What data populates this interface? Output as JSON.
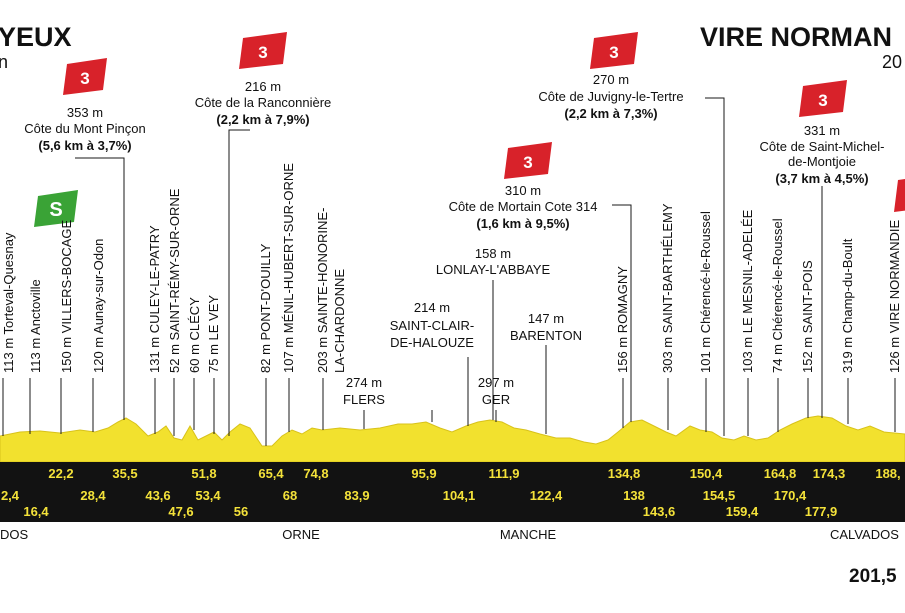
{
  "header": {
    "start_city": "YEUX",
    "start_sub": "n",
    "finish_city": "VIRE NORMAN",
    "finish_sub": "20",
    "total_km": "201,5"
  },
  "colors": {
    "profile_fill": "#f2e12e",
    "band": "#121212",
    "band_text": "#f4e23a",
    "climb_badge": "#d8222a",
    "sprint_badge": "#3aa336"
  },
  "chart_data": {
    "type": "area",
    "title": "",
    "xlabel": "",
    "ylabel": "",
    "grid": false,
    "climbs": [
      {
        "category": "3",
        "alt": "353 m",
        "name": "Côte du Mont Pinçon",
        "detail": "(5,6 km à 3,7%)"
      },
      {
        "category": "3",
        "alt": "216 m",
        "name": "Côte de la Ranconnière",
        "detail": "(2,2 km à 7,9%)"
      },
      {
        "category": "3",
        "alt": "310 m",
        "name": "Côte de Mortain Cote 314",
        "detail": "(1,6 km à 9,5%)"
      },
      {
        "category": "3",
        "alt": "270 m",
        "name": "Côte de Juvigny-le-Tertre",
        "detail": "(2,2 km à 7,3%)"
      },
      {
        "category": "3",
        "alt": "331 m",
        "name1": "Côte de Saint-Michel-",
        "name2": "de-Montjoie",
        "detail": "(3,7 km à 4,5%)"
      }
    ],
    "sprint": {
      "icon": "S"
    },
    "vertical_labels": [
      "113 m Torteval-Quesnay",
      "113 m Anctoville",
      "150 m VILLERS-BOCAGE",
      "120 m Aunay-sur-Odon",
      "131 m CULEY-LE-PATRY",
      "52 m SAINT-RÉMY-SUR-ORNE",
      "60 m CLÉCY",
      "75 m LE VEY",
      "82 m PONT-D'OUILLY",
      "107 m MÉNIL-HUBERT-SUR-ORNE",
      "203 m SAINTE-HONORINE-",
      "LA-CHARDONNE",
      "156 m ROMAGNY",
      "303 m SAINT-BARTHÉLEMY",
      "101 m Chérencé-le-Roussel",
      "103 m LE MESNIL-ADELÉE",
      "74 m Chérencé-le-Roussel",
      "152 m SAINT-POIS",
      "319 m Champ-du-Boult",
      "126 m VIRE NORMANDIE"
    ],
    "horizontal_labels": [
      {
        "alt": "274 m",
        "name": "FLERS"
      },
      {
        "alt": "214 m",
        "name1": "SAINT-CLAIR-",
        "name2": "DE-HALOUZE"
      },
      {
        "alt": "158 m",
        "name": "LONLAY-L'ABBAYE"
      },
      {
        "alt": "297 m",
        "name": "GER"
      },
      {
        "alt": "147 m",
        "name": "BARENTON"
      }
    ],
    "km_top": [
      "22,2",
      "35,5",
      "51,8",
      "65,4",
      "74,8",
      "95,9",
      "111,9",
      "134,8",
      "150,4",
      "164,8",
      "174,3",
      "188,"
    ],
    "km_bottom": [
      "2,4",
      "16,4",
      "28,4",
      "43,6",
      "47,6",
      "53,4",
      "56",
      "68",
      "83,9",
      "104,1",
      "122,4",
      "138",
      "143,6",
      "154,5",
      "159,4",
      "170,4",
      "177,9"
    ],
    "departments": [
      "DOS",
      "ORNE",
      "MANCHE",
      "CALVADOS"
    ]
  }
}
